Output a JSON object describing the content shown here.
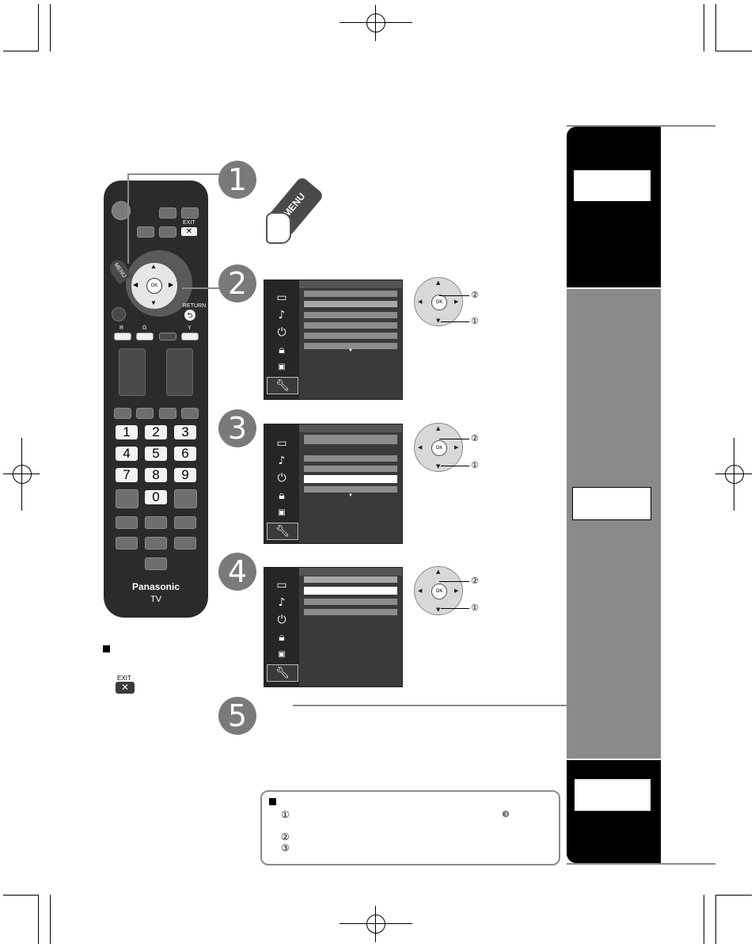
{
  "remote": {
    "brand": "Panasonic",
    "model": "TV",
    "exit_label": "EXIT",
    "return_label": "RETURN",
    "menu_label": "MENU",
    "ok_label": "OK",
    "color_keys": [
      "R",
      "G",
      "Y"
    ],
    "numbers": [
      "1",
      "2",
      "3",
      "4",
      "5",
      "6",
      "7",
      "8",
      "9",
      "0"
    ]
  },
  "steps": [
    "1",
    "2",
    "3",
    "4",
    "5"
  ],
  "step1": {
    "menu_key_label": "MENU"
  },
  "callouts": {
    "ok": "②",
    "down": "①"
  },
  "exit_note": {
    "key_label": "EXIT"
  },
  "note_box": {
    "lines": [
      "①",
      "②",
      "③"
    ],
    "ref": "❸"
  },
  "menu_icons": [
    "picture-icon",
    "audio-icon",
    "timer-icon",
    "lock-icon",
    "cc-icon",
    "setup-icon"
  ]
}
